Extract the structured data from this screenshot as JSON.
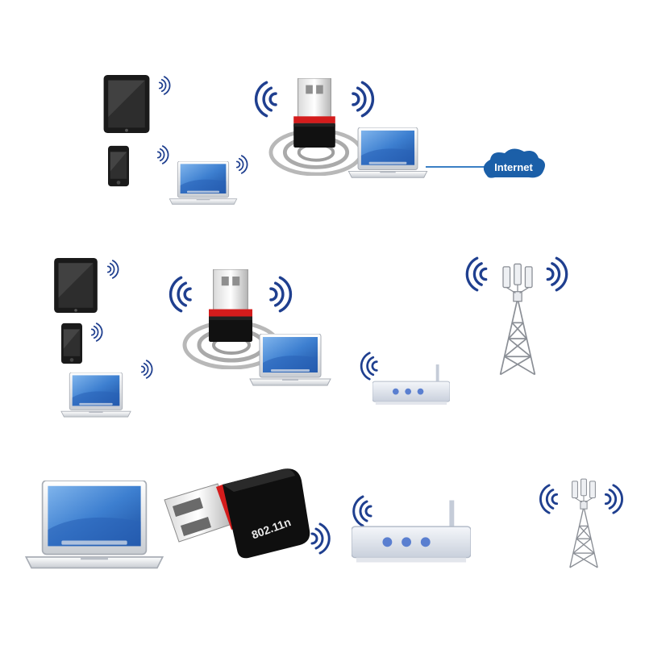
{
  "internet_label": "Internet",
  "adapter_label": "802.11n",
  "colors": {
    "wifi": "#1f3f8f",
    "cloud": "#1b5fa8",
    "link": "#3b7fc4",
    "adapter_red": "#d41c1c"
  },
  "rows": [
    {
      "name": "row-1",
      "devices": [
        "tablet",
        "smartphone",
        "laptop",
        "usb-wifi-adapter",
        "laptop",
        "internet-cloud"
      ]
    },
    {
      "name": "row-2",
      "devices": [
        "tablet",
        "smartphone",
        "laptop",
        "usb-wifi-adapter",
        "laptop",
        "wireless-router",
        "cell-tower"
      ]
    },
    {
      "name": "row-3",
      "devices": [
        "laptop",
        "usb-wifi-adapter",
        "wireless-router",
        "cell-tower"
      ]
    }
  ]
}
